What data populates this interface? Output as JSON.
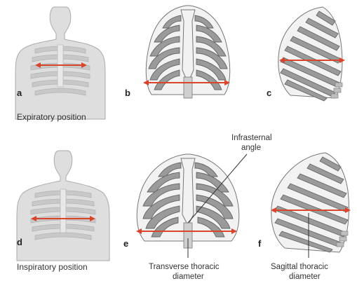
{
  "figure": {
    "panels": [
      {
        "id": "a",
        "letter": "a"
      },
      {
        "id": "b",
        "letter": "b"
      },
      {
        "id": "c",
        "letter": "c"
      },
      {
        "id": "d",
        "letter": "d"
      },
      {
        "id": "e",
        "letter": "e"
      },
      {
        "id": "f",
        "letter": "f"
      }
    ],
    "captions": {
      "expiratory": "Expiratory position",
      "inspiratory": "Inspiratory position"
    },
    "annotations": {
      "infrasternal_line1": "Infrasternal",
      "infrasternal_line2": "angle",
      "transverse_line1": "Transverse thoracic",
      "transverse_line2": "diameter",
      "sagittal_line1": "Sagittal thoracic",
      "sagittal_line2": "diameter"
    },
    "colors": {
      "arrow": "#d9452b",
      "rib": "#9a9a9a",
      "bone": "#f2f2f2",
      "skin": "#dedede"
    }
  }
}
